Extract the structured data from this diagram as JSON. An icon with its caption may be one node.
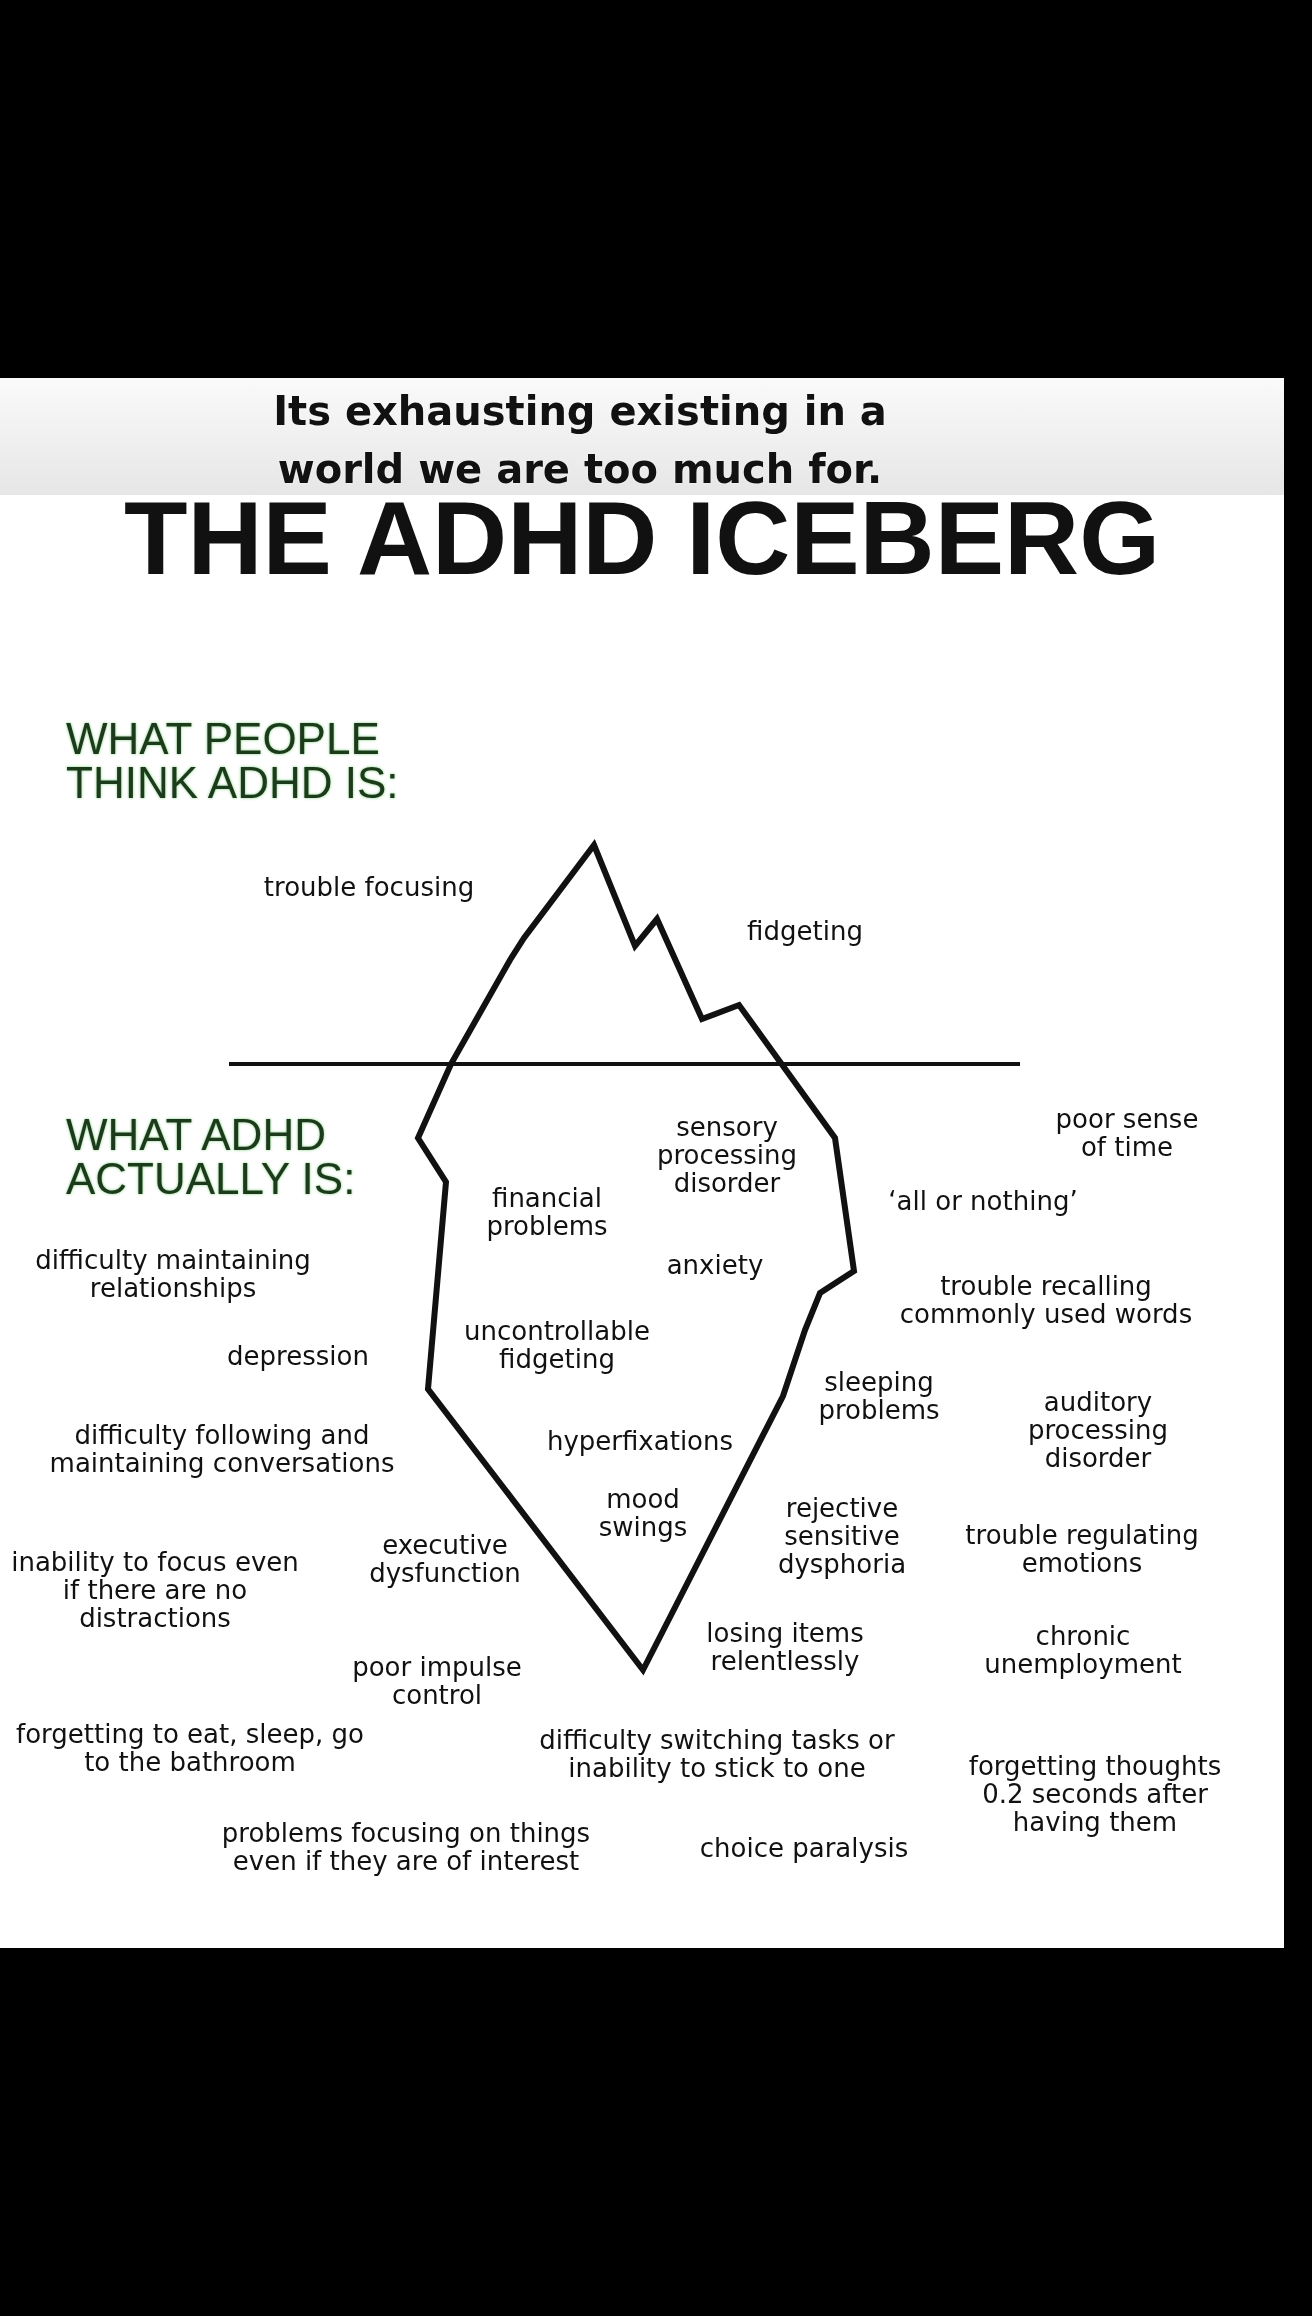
{
  "diagram": {
    "title": "THE ADHD ICEBERG",
    "caption": "Its exhausting existing in a world we are too much for.",
    "labels": [
      "WHAT PEOPLE THINK ADHD IS:",
      "trouble focusing",
      "fidgeting",
      "WHAT ADHD ACTUALLY IS:",
      "sensory processing disorder",
      "poor sense of time",
      "financial problems",
      "‘all or nothing’",
      "difficulty maintaining relationships",
      "anxiety",
      "trouble recalling commonly used words",
      "depression",
      "uncontrollable fidgeting",
      "sleeping problems",
      "auditory processing disorder",
      "difficulty following and maintaining conversations",
      "hyperfixations",
      "mood swings",
      "rejective sensitive dysphoria",
      "trouble regulating emotions",
      "executive dysfunction",
      "inability to focus even if there are no distractions",
      "losing items relentlessly",
      "chronic unemployment",
      "poor impulse control",
      "forgetting to eat, sleep, go to the bathroom",
      "difficulty switching tasks or inability to stick to one",
      "forgetting thoughts 0.2 seconds after having them",
      "problems focusing on things even if they are of interest",
      "choice paralysis"
    ]
  }
}
